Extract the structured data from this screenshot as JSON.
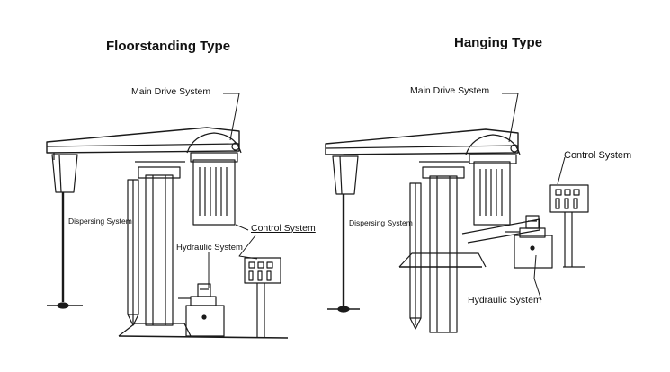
{
  "diagrams": [
    {
      "title": "Floorstanding Type",
      "labels": {
        "main_drive": "Main Drive System",
        "dispersing": "Dispersing System",
        "hydraulic": "Hydraulic System",
        "control": "Control System"
      }
    },
    {
      "title": "Hanging Type",
      "labels": {
        "main_drive": "Main Drive System",
        "dispersing": "Dispersing System",
        "control": "Control System",
        "hydraulic": "Hydraulic System"
      }
    }
  ]
}
